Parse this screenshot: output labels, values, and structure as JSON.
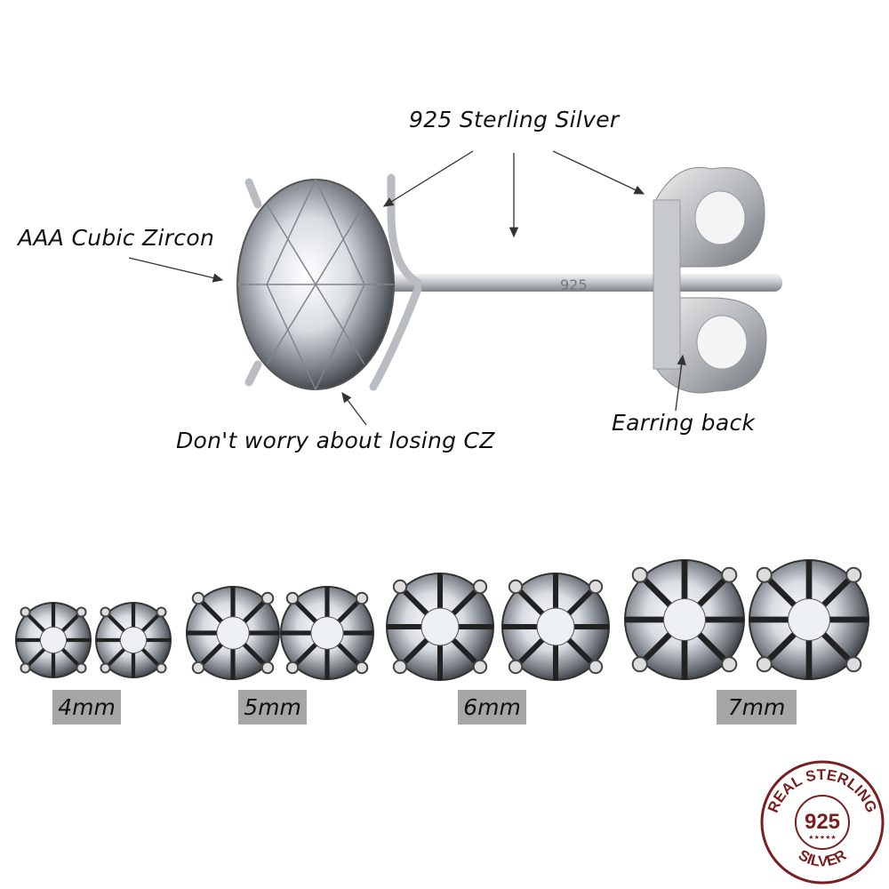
{
  "callouts": {
    "material": "925 Sterling Silver",
    "stone": "AAA Cubic Zircon",
    "setting": "Don't worry about losing CZ",
    "back": "Earring back"
  },
  "post_stamp": "925",
  "sizes": [
    {
      "label": "4mm"
    },
    {
      "label": "5mm"
    },
    {
      "label": "6mm"
    },
    {
      "label": "7mm"
    }
  ],
  "seal": {
    "top_text": "REAL STERLING",
    "bottom_text": "SILVER",
    "center": "925",
    "stars": "★★★★★",
    "color": "#7a1f1f"
  }
}
